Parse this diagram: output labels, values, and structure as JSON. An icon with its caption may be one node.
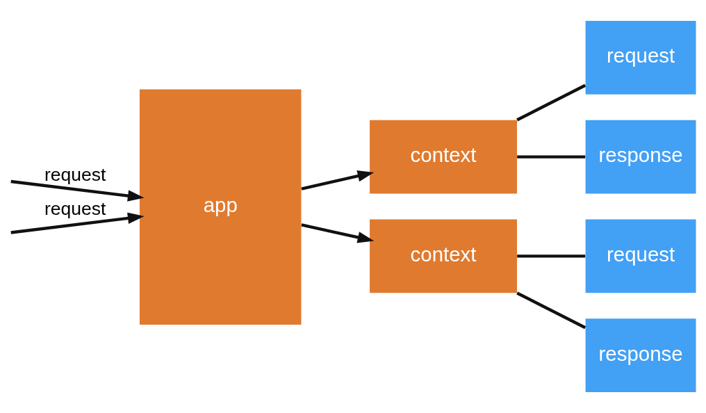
{
  "diagram": {
    "nodes": [
      {
        "text": [
          "app"
        ]
      },
      {
        "text": [
          "context"
        ]
      },
      {
        "text": [
          "context"
        ]
      },
      {
        "text": [
          "request"
        ]
      },
      {
        "text": [
          "response"
        ]
      },
      {
        "text": [
          "request"
        ]
      },
      {
        "text": [
          "response"
        ]
      }
    ],
    "edges": [
      {
        "from": null,
        "to": 0,
        "arrow": "to",
        "label": "request"
      },
      {
        "from": null,
        "to": 0,
        "arrow": "to",
        "label": "request"
      },
      {
        "from": 0,
        "to": 1,
        "arrow": "to"
      },
      {
        "from": 0,
        "to": 2,
        "arrow": "to"
      },
      {
        "from": 1,
        "to": 3,
        "arrow": "none"
      },
      {
        "from": 1,
        "to": 4,
        "arrow": "none"
      },
      {
        "from": 2,
        "to": 5,
        "arrow": "none"
      },
      {
        "from": 2,
        "to": 6,
        "arrow": "none"
      }
    ]
  }
}
